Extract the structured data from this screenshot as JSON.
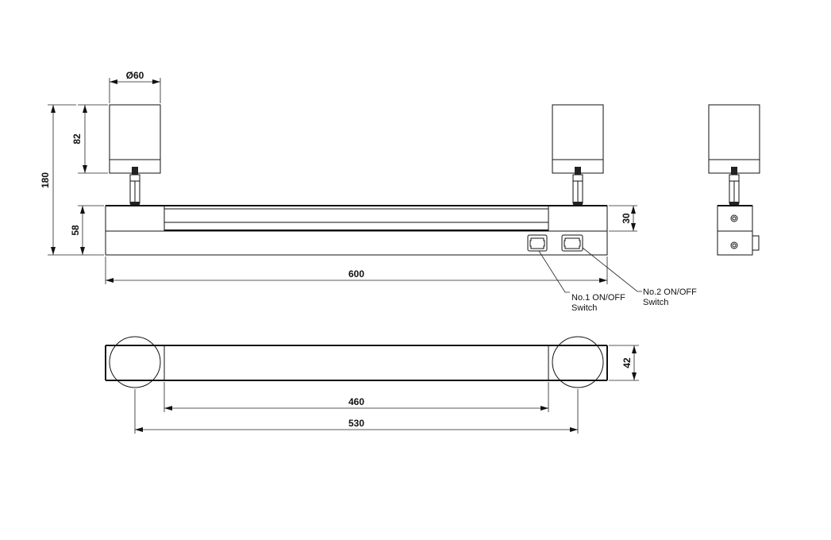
{
  "drawing": {
    "front_view": {
      "dimensions": {
        "head_diameter": "Ø60",
        "head_height": "82",
        "total_height": "180",
        "body_height": "58",
        "upper_body_height": "30",
        "total_length": "600"
      },
      "callouts": [
        {
          "line1": "No.1 ON/OFF",
          "line2": "Switch"
        },
        {
          "line1": "No.2 ON/OFF",
          "line2": "Switch"
        }
      ]
    },
    "top_view": {
      "dimensions": {
        "width": "42",
        "inner_length": "460",
        "head_spacing": "530"
      }
    }
  }
}
